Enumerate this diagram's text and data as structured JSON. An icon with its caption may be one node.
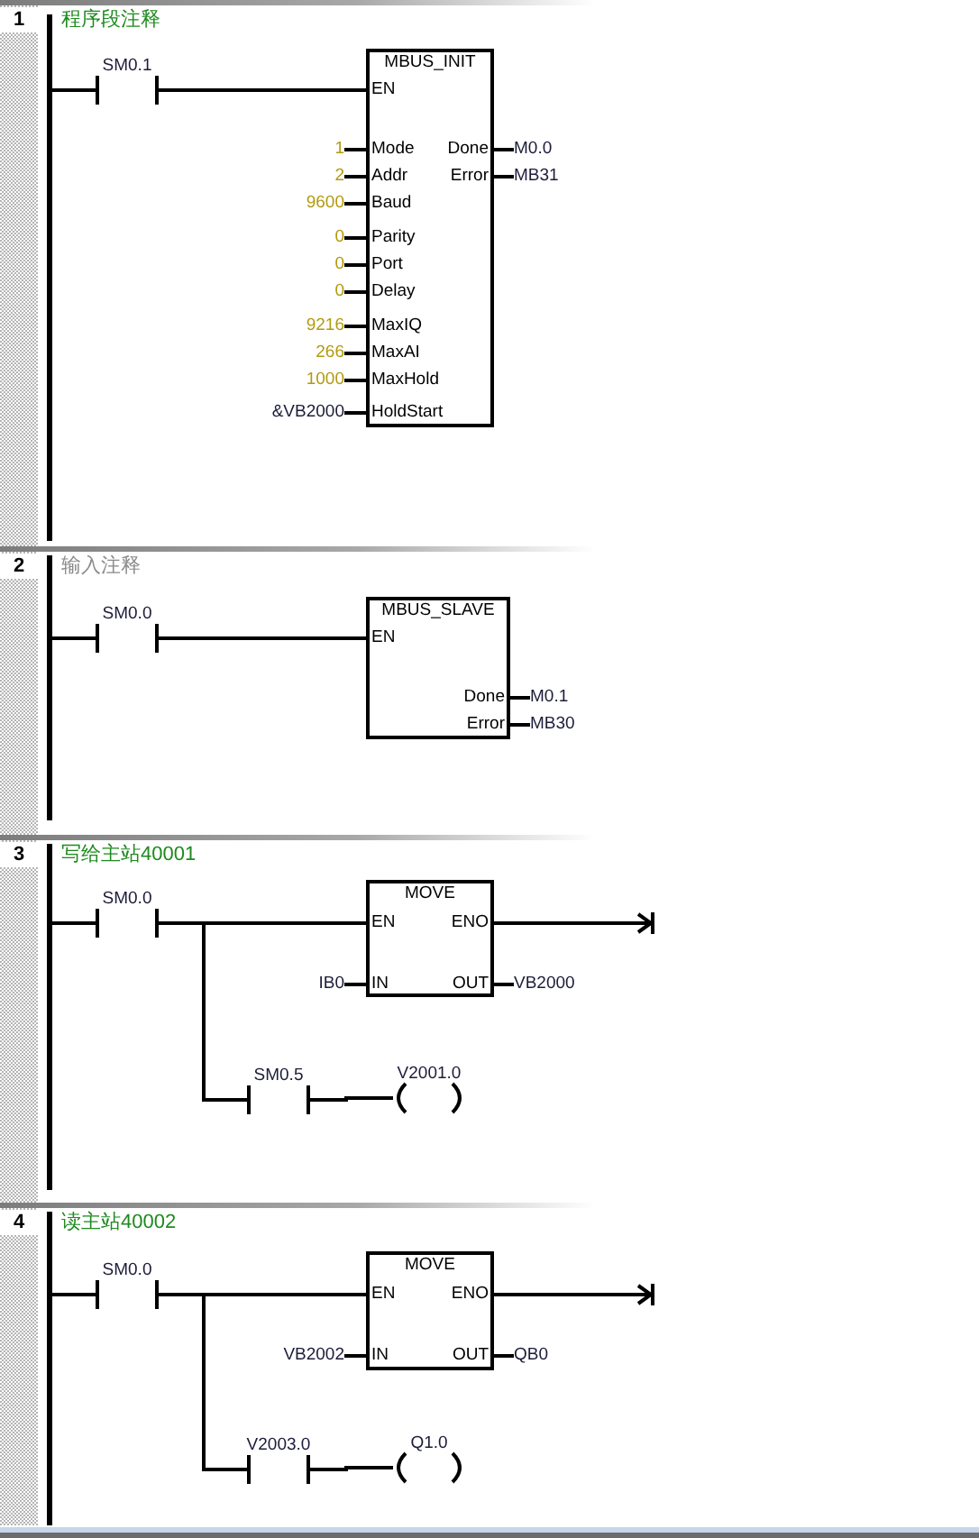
{
  "diagram": {
    "nodes": [
      {
        "text": [],
        "shape": "bar"
      },
      {
        "text": [
          "SM0.1"
        ]
      },
      {
        "text": [
          "MBUS_INIT",
          "EN",
          "Mode",
          "Done",
          "Addr",
          "Error",
          "Baud",
          "Parity",
          "Port",
          "Delay",
          "MaxIQ",
          "MaxAI",
          "MaxHold",
          "HoldStart"
        ]
      },
      {
        "text": [
          "1"
        ]
      },
      {
        "text": [
          "M0.0"
        ]
      },
      {
        "text": [
          "2"
        ]
      },
      {
        "text": [
          "MB31"
        ]
      },
      {
        "text": [
          "9600"
        ]
      },
      {
        "text": [
          "0"
        ]
      },
      {
        "text": [
          "0"
        ]
      },
      {
        "text": [
          "0"
        ]
      },
      {
        "text": [
          "9216"
        ]
      },
      {
        "text": [
          "266"
        ]
      },
      {
        "text": [
          "1000"
        ]
      },
      {
        "text": [
          "&VB2000"
        ]
      },
      {
        "text": [],
        "shape": "bar"
      },
      {
        "text": [
          "SM0.0"
        ]
      },
      {
        "text": [
          "MBUS_SLAVE",
          "EN",
          "Done",
          "Error"
        ]
      },
      {
        "text": [
          "M0.1"
        ]
      },
      {
        "text": [
          "MB30"
        ]
      },
      {
        "text": [],
        "shape": "bar"
      },
      {
        "text": [
          "SM0.0"
        ]
      },
      {
        "text": [
          "MOVE",
          "EN",
          "ENO",
          "IN",
          "OUT"
        ]
      },
      {
        "text": [
          "IB0"
        ]
      },
      {
        "text": [
          "VB2000"
        ]
      },
      {
        "text": [
          "SM0.5"
        ]
      },
      {
        "text": [
          "V2001.0"
        ]
      },
      {
        "text": [],
        "shape": "bar"
      },
      {
        "text": [
          "SM0.0"
        ]
      },
      {
        "text": [
          "MOVE",
          "EN",
          "ENO",
          "IN",
          "OUT"
        ]
      },
      {
        "text": [
          "VB2002"
        ]
      },
      {
        "text": [
          "QB0"
        ]
      },
      {
        "text": [
          "V2003.0"
        ]
      },
      {
        "text": [
          "Q1.0"
        ]
      }
    ],
    "edges": [
      {
        "from": 0,
        "to": 1,
        "arrow": "none"
      },
      {
        "from": 1,
        "to": 2,
        "arrow": "none"
      },
      {
        "from": 3,
        "to": 2,
        "arrow": "none"
      },
      {
        "from": 2,
        "to": 4,
        "arrow": "none"
      },
      {
        "from": 5,
        "to": 2,
        "arrow": "none"
      },
      {
        "from": 2,
        "to": 6,
        "arrow": "none"
      },
      {
        "from": 7,
        "to": 2,
        "arrow": "none"
      },
      {
        "from": 8,
        "to": 2,
        "arrow": "none"
      },
      {
        "from": 9,
        "to": 2,
        "arrow": "none"
      },
      {
        "from": 10,
        "to": 2,
        "arrow": "none"
      },
      {
        "from": 11,
        "to": 2,
        "arrow": "none"
      },
      {
        "from": 12,
        "to": 2,
        "arrow": "none"
      },
      {
        "from": 13,
        "to": 2,
        "arrow": "none"
      },
      {
        "from": 14,
        "to": 2,
        "arrow": "none"
      },
      {
        "from": 15,
        "to": 16,
        "arrow": "none"
      },
      {
        "from": 16,
        "to": 17,
        "arrow": "none"
      },
      {
        "from": 17,
        "to": 18,
        "arrow": "none"
      },
      {
        "from": 17,
        "to": 19,
        "arrow": "none"
      },
      {
        "from": 20,
        "to": 21,
        "arrow": "none"
      },
      {
        "from": 21,
        "to": 22,
        "arrow": "none"
      },
      {
        "from": 21,
        "to": 25,
        "arrow": "none"
      },
      {
        "from": 25,
        "to": 26,
        "arrow": "none"
      },
      {
        "from": 23,
        "to": 22,
        "arrow": "none"
      },
      {
        "from": 22,
        "to": 24,
        "arrow": "none"
      },
      {
        "from": 22,
        "to": null,
        "arrow": "to"
      },
      {
        "from": 27,
        "to": 28,
        "arrow": "none"
      },
      {
        "from": 28,
        "to": 29,
        "arrow": "none"
      },
      {
        "from": 28,
        "to": 32,
        "arrow": "none"
      },
      {
        "from": 32,
        "to": 33,
        "arrow": "none"
      },
      {
        "from": 30,
        "to": 29,
        "arrow": "none"
      },
      {
        "from": 29,
        "to": 31,
        "arrow": "none"
      },
      {
        "from": 29,
        "to": null,
        "arrow": "to"
      }
    ],
    "labels": [
      "1",
      "程序段注释",
      "2",
      "输入注释",
      "3",
      "写给主站40001",
      "4",
      "读主站40002"
    ]
  }
}
